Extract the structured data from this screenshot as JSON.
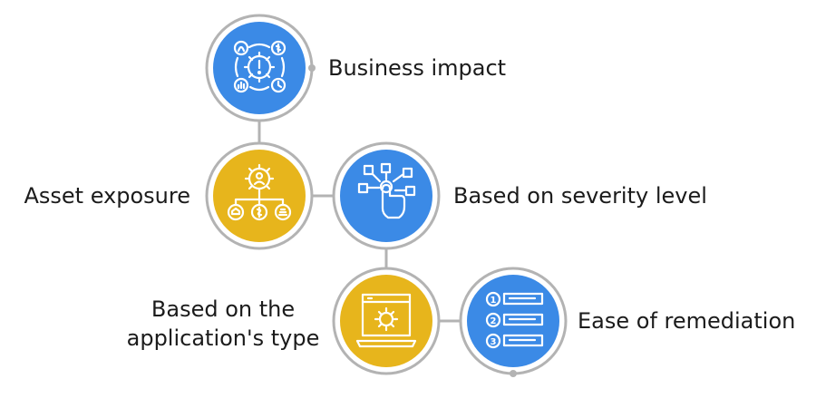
{
  "colors": {
    "blue": "#3b8ae6",
    "yellow": "#e7b51c",
    "ring": "#b3b3b3",
    "icon": "#ffffff",
    "text": "#1b1b1b"
  },
  "nodes": [
    {
      "label": "Business impact",
      "color": "blue",
      "icon": "business-impact-icon"
    },
    {
      "label": "Asset exposure",
      "color": "yellow",
      "icon": "asset-exposure-icon"
    },
    {
      "label": "Based on severity level",
      "color": "blue",
      "icon": "touch-network-icon"
    },
    {
      "label_lines": [
        "Based on the",
        "application's type"
      ],
      "color": "yellow",
      "icon": "laptop-gear-icon"
    },
    {
      "label": "Ease of remediation",
      "color": "blue",
      "icon": "numbered-list-icon"
    }
  ]
}
